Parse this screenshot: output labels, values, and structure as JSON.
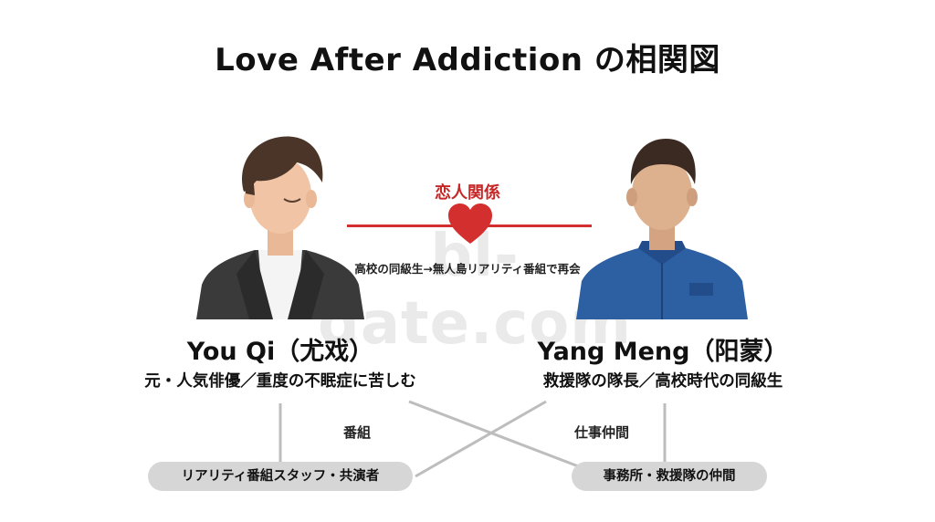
{
  "title": "Love After Addiction の相関図",
  "relationship": {
    "label": "恋人関係",
    "subtitle": "高校の同級生→無人島リアリティ番組で再会",
    "color": "#d32f2f"
  },
  "watermark": "bl-date.com",
  "characters": [
    {
      "name": "You Qi（尤戏）",
      "description": "元・人気俳優／重度の不眠症に苦しむ",
      "outfit": "dark-blazer-white-tee"
    },
    {
      "name": "Yang Meng（阳蒙）",
      "description": "救援隊の隊長／高校時代の同級生",
      "outfit": "blue-uniform"
    }
  ],
  "connections": {
    "left_label": "番組",
    "right_label": "仕事仲間"
  },
  "groups": {
    "left": "リアリティ番組スタッフ・共演者",
    "right": "事務所・救援隊の仲間"
  }
}
